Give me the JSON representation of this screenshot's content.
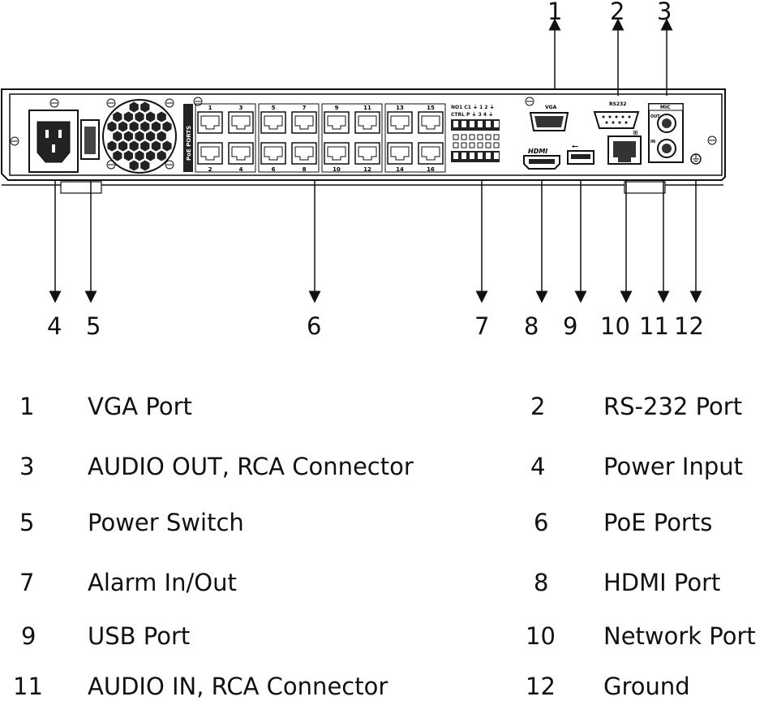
{
  "panel": {
    "poe_title": "PoE PORTS",
    "poe_top_numbers": [
      "1",
      "3",
      "5",
      "7",
      "9",
      "11",
      "13",
      "15"
    ],
    "poe_bottom_numbers": [
      "2",
      "4",
      "6",
      "8",
      "10",
      "12",
      "14",
      "16"
    ],
    "alarm_row1": "NO1 C1 ⏚ 1 2 ⏚",
    "alarm_row2": "CTRL P ⏚ 3 4 ⏚",
    "vga_label": "VGA",
    "rs232_label": "RS232",
    "mic_label": "MIC",
    "out_label": "OUT",
    "in_label": "IN",
    "hdmi_label": "HDMI"
  },
  "callouts": {
    "c1": "1",
    "c2": "2",
    "c3": "3",
    "c4": "4",
    "c5": "5",
    "c6": "6",
    "c7": "7",
    "c8": "8",
    "c9": "9",
    "c10": "10",
    "c11": "11",
    "c12": "12"
  },
  "legend": [
    {
      "num": "1",
      "text": "VGA Port"
    },
    {
      "num": "2",
      "text": "RS-232 Port"
    },
    {
      "num": "3",
      "text": "AUDIO OUT, RCA Connector"
    },
    {
      "num": "4",
      "text": "Power Input"
    },
    {
      "num": "5",
      "text": "Power Switch"
    },
    {
      "num": "6",
      "text": "PoE Ports"
    },
    {
      "num": "7",
      "text": "Alarm In/Out"
    },
    {
      "num": "8",
      "text": "HDMI Port"
    },
    {
      "num": "9",
      "text": "USB Port"
    },
    {
      "num": "10",
      "text": "Network Port"
    },
    {
      "num": "11",
      "text": "AUDIO IN, RCA Connector"
    },
    {
      "num": "12",
      "text": "Ground"
    }
  ]
}
